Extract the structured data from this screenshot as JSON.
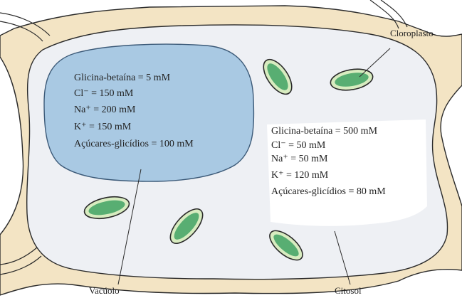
{
  "diagram": {
    "labels": {
      "chloroplast": "Cloroplasto",
      "vacuole": "Vacúolo",
      "cytosol": "Citosol"
    },
    "vacuole_contents": [
      "Glicina-betaína = 5 mM",
      "Cl⁻ = 150 mM",
      "Na⁺ = 200 mM",
      "K⁺ = 150 mM",
      "Açúcares-glicídios = 100 mM"
    ],
    "cytosol_contents": [
      "Glicina-betaína = 500 mM",
      "Cl⁻ = 50 mM",
      "Na⁺ = 50 mM",
      "K⁺ = 120 mM",
      "Açúcares-glicídios = 80 mM"
    ],
    "colors": {
      "cell_wall": "#f3e4c4",
      "cytosol": "#eef0f4",
      "vacuole": "#a9c9e3",
      "vacuole_border": "#3c5a78",
      "chloroplast_fill": "#d8ecc0",
      "chloroplast_dots": "#2e9a58",
      "outline": "#2a2a2a"
    }
  }
}
